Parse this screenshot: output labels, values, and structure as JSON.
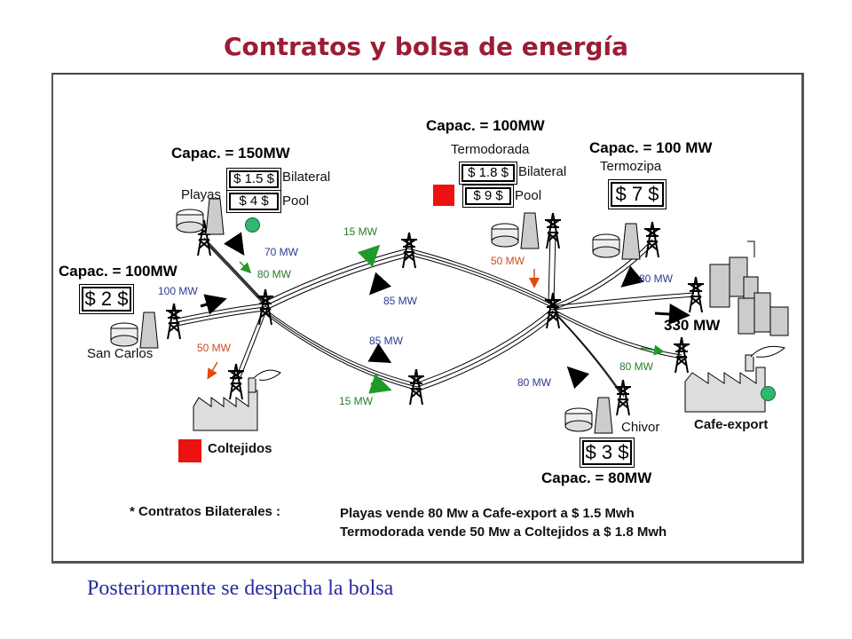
{
  "title": "Contratos y bolsa de energía",
  "plants": {
    "playas": {
      "capacity": "Capac. = 150MW",
      "name": "Playas",
      "bilateral_price": "$ 1.5 $",
      "bilateral_label": "Bilateral",
      "pool_price": "$ 4 $",
      "pool_label": "Pool"
    },
    "termodorada": {
      "capacity": "Capac. = 100MW",
      "name": "Termodorada",
      "bilateral_price": "$ 1.8 $",
      "bilateral_label": "Bilateral",
      "pool_price": "$ 9 $",
      "pool_label": "Pool"
    },
    "termozipa": {
      "capacity": "Capac. = 100 MW",
      "name": "Termozipa",
      "price": "$ 7 $"
    },
    "san_carlos": {
      "capacity": "Capac. = 100MW",
      "name": "San Carlos",
      "price": "$ 2 $"
    },
    "chivor": {
      "capacity": "Capac. = 80MW",
      "name": "Chivor",
      "price": "$ 3 $"
    }
  },
  "consumers": {
    "coltejidos": "Coltejidos",
    "cafe_export": "Cafe-export",
    "city_demand": "330 MW"
  },
  "flows": {
    "playas_pool": "70 MW",
    "playas_bilateral": "80 MW",
    "san_carlos": "100 MW",
    "coltejidos": "50 MW",
    "upper_green": "15 MW",
    "upper_blue": "85 MW",
    "lower_blue": "85 MW",
    "lower_green": "15 MW",
    "termodorada": "50 MW",
    "termozipa": "80 MW",
    "cafe_export": "80 MW",
    "chivor": "80 MW"
  },
  "contracts": {
    "heading": "*  Contratos Bilaterales  :",
    "line1": "Playas vende 80 Mw a Cafe-export a $ 1.5 Mwh",
    "line2": "Termodorada vende 50 Mw a Coltejidos a $ 1.8 Mwh"
  },
  "footer": "Posteriormente se despacha la bolsa",
  "colors": {
    "title": "#9b1d35",
    "footer": "#2a2aa0",
    "blue_flow": "#2e3a8f",
    "green_flow": "#2a7a2a",
    "red_flow": "#d04a1f",
    "mark_red": "#ee1111",
    "mark_green": "#2fb870"
  }
}
